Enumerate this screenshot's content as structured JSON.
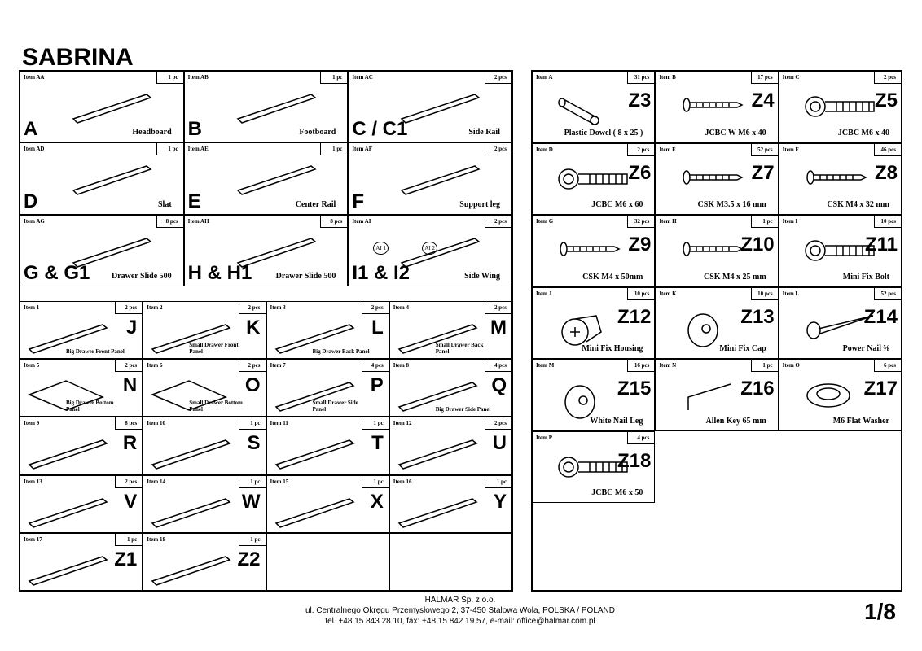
{
  "title": "SABRINA",
  "main_parts": [
    {
      "item": "Item AA",
      "qty": "1 pc",
      "letter": "A",
      "name": "Headboard"
    },
    {
      "item": "Item AB",
      "qty": "1 pc",
      "letter": "B",
      "name": "Footboard"
    },
    {
      "item": "Item AC",
      "qty": "2 pcs",
      "letter": "C / C1",
      "name": "Side Rail"
    },
    {
      "item": "Item AD",
      "qty": "1 pc",
      "letter": "D",
      "name": "Slat"
    },
    {
      "item": "Item AE",
      "qty": "1 pc",
      "letter": "E",
      "name": "Center Rail"
    },
    {
      "item": "Item AF",
      "qty": "2 pcs",
      "letter": "F",
      "name": "Support leg"
    },
    {
      "item": "Item AG",
      "qty": "8 pcs",
      "letter": "G & G1",
      "name": "Drawer Slide 500"
    },
    {
      "item": "Item AH",
      "qty": "8 pcs",
      "letter": "H & H1",
      "name": "Drawer Slide 500"
    },
    {
      "item": "Item AI",
      "qty": "2 pcs",
      "letter": "I1 & I2",
      "name": "Side Wing",
      "labels": [
        "AI 1",
        "AI 2"
      ]
    }
  ],
  "drawer_parts": [
    {
      "item": "Item 1",
      "qty": "2 pcs",
      "letter": "J",
      "name": "Big Drawer Front Panel"
    },
    {
      "item": "Item 2",
      "qty": "2 pcs",
      "letter": "K",
      "name": "Small Drawer Front Panel"
    },
    {
      "item": "Item 3",
      "qty": "2 pcs",
      "letter": "L",
      "name": "Big Drawer Back Panel"
    },
    {
      "item": "Item 4",
      "qty": "2 pcs",
      "letter": "M",
      "name": "Small Drawer Back Panel"
    },
    {
      "item": "Item 5",
      "qty": "2 pcs",
      "letter": "N",
      "name": "Big Drawer Bottom Panel"
    },
    {
      "item": "Item 6",
      "qty": "2 pcs",
      "letter": "O",
      "name": "Small Drawer Bottom Panel"
    },
    {
      "item": "Item 7",
      "qty": "4 pcs",
      "letter": "P",
      "name": "Small Drawer Side Panel"
    },
    {
      "item": "Item 8",
      "qty": "4 pcs",
      "letter": "Q",
      "name": "Big Drawer Side Panel"
    },
    {
      "item": "Item 9",
      "qty": "8 pcs",
      "letter": "R",
      "name": ""
    },
    {
      "item": "Item 10",
      "qty": "1 pc",
      "letter": "S",
      "name": ""
    },
    {
      "item": "Item 11",
      "qty": "1 pc",
      "letter": "T",
      "name": ""
    },
    {
      "item": "Item 12",
      "qty": "2 pcs",
      "letter": "U",
      "name": ""
    },
    {
      "item": "Item 13",
      "qty": "2 pcs",
      "letter": "V",
      "name": ""
    },
    {
      "item": "Item 14",
      "qty": "1 pc",
      "letter": "W",
      "name": ""
    },
    {
      "item": "Item 15",
      "qty": "1 pc",
      "letter": "X",
      "name": ""
    },
    {
      "item": "Item 16",
      "qty": "1 pc",
      "letter": "Y",
      "name": ""
    },
    {
      "item": "Item 17",
      "qty": "1 pc",
      "letter": "Z1",
      "name": ""
    },
    {
      "item": "Item 18",
      "qty": "1 pc",
      "letter": "Z2",
      "name": ""
    },
    {},
    {}
  ],
  "hardware": [
    {
      "item": "Item A",
      "qty": "31 pcs",
      "letter": "Z3",
      "name": "Plastic Dowel ( 8 x 25 )",
      "icon": "dowel"
    },
    {
      "item": "Item B",
      "qty": "17 pcs",
      "letter": "Z4",
      "name": "JCBC W M6 x 40",
      "icon": "screw"
    },
    {
      "item": "Item C",
      "qty": "2 pcs",
      "letter": "Z5",
      "name": "JCBC M6 x 40",
      "icon": "bolt"
    },
    {
      "item": "Item D",
      "qty": "2 pcs",
      "letter": "Z6",
      "name": "JCBC M6 x 60",
      "icon": "bolt"
    },
    {
      "item": "Item E",
      "qty": "52 pcs",
      "letter": "Z7",
      "name": "CSK M3.5 x 16 mm",
      "icon": "screw"
    },
    {
      "item": "Item F",
      "qty": "46 pcs",
      "letter": "Z8",
      "name": "CSK M4 x 32 mm",
      "icon": "screw"
    },
    {
      "item": "Item G",
      "qty": "32 pcs",
      "letter": "Z9",
      "name": "CSK M4 x 50mm",
      "icon": "screw"
    },
    {
      "item": "Item H",
      "qty": "1 pc",
      "letter": "Z10",
      "name": "CSK M4 x 25 mm",
      "icon": "screw"
    },
    {
      "item": "Item I",
      "qty": "10 pcs",
      "letter": "Z11",
      "name": "Mini Fix Bolt",
      "icon": "bolt"
    },
    {
      "item": "Item J",
      "qty": "10 pcs",
      "letter": "Z12",
      "name": "Mini Fix Housing",
      "icon": "housing"
    },
    {
      "item": "Item K",
      "qty": "10 pcs",
      "letter": "Z13",
      "name": "Mini Fix Cap",
      "icon": "cap"
    },
    {
      "item": "Item L",
      "qty": "52 pcs",
      "letter": "Z14",
      "name": "Power Nail ⅝",
      "icon": "nail"
    },
    {
      "item": "Item M",
      "qty": "16 pcs",
      "letter": "Z15",
      "name": "White Nail Leg",
      "icon": "cap"
    },
    {
      "item": "Item N",
      "qty": "1 pc",
      "letter": "Z16",
      "name": "Allen Key 65 mm",
      "icon": "key"
    },
    {
      "item": "Item O",
      "qty": "6 pcs",
      "letter": "Z17",
      "name": "M6 Flat Washer",
      "icon": "washer"
    },
    {
      "item": "Item P",
      "qty": "4 pcs",
      "letter": "Z18",
      "name": "JCBC M6 x 50",
      "icon": "bolt"
    }
  ],
  "footer": {
    "company": "HALMAR Sp. z o.o.",
    "address": "ul. Centralnego Okręgu Przemysłowego 2, 37-450 Stalowa Wola, POLSKA / POLAND",
    "contact": "tel. +48 15 843 28 10, fax: +48 15 842 19 57, e-mail: office@halmar.com.pl",
    "page": "1/8"
  }
}
